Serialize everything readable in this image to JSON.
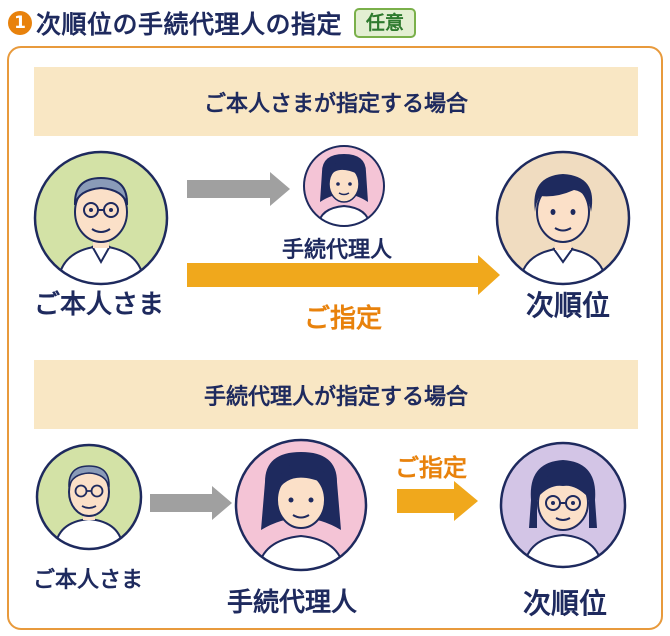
{
  "heading": {
    "number": "1",
    "title": "次順位の手続代理人の指定",
    "tag": "任意"
  },
  "section1": {
    "banner": "ご本人さまが指定する場合",
    "person_label": "ご本人さま",
    "agent_label": "手続代理人",
    "designate_label": "ご指定",
    "next_label": "次順位"
  },
  "section2": {
    "banner": "手続代理人が指定する場合",
    "person_label": "ご本人さま",
    "agent_label": "手続代理人",
    "designate_label": "ご指定",
    "next_label": "次順位"
  },
  "colors": {
    "navy": "#1e2a5e",
    "orange_accent": "#e8820c",
    "frame_border": "#e89a3c",
    "banner_bg": "#f9e7c4",
    "green_circle": "#d3e2a6",
    "pink_circle": "#f4c4d6",
    "beige_circle": "#f0dcc0",
    "lavender_circle": "#d3c5e6",
    "gray_arrow": "#a0a0a0",
    "yellow_arrow": "#f0a81c"
  }
}
